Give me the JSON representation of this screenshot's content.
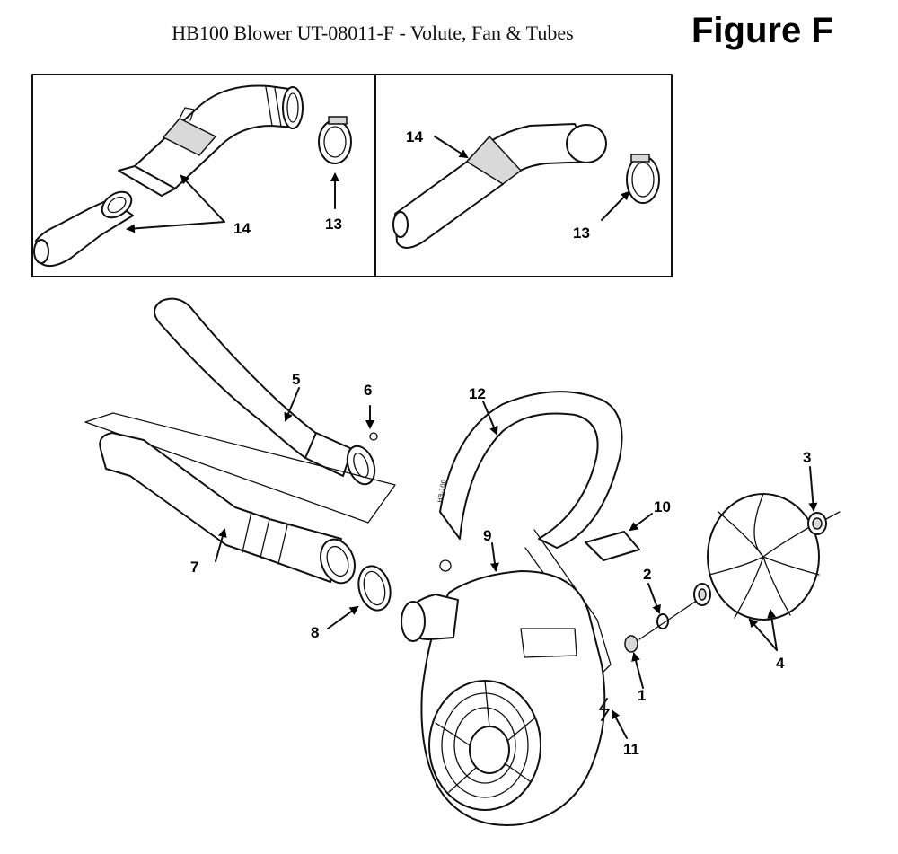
{
  "header": {
    "title": "HB100 Blower UT-08011-F - Volute, Fan & Tubes",
    "figure_label": "Figure F"
  },
  "callouts": {
    "top_left_tubes": "14",
    "top_left_clamp": "13",
    "top_right_tube": "14",
    "top_right_clamp": "13",
    "part_1": "1",
    "part_2": "2",
    "part_3": "3",
    "part_4": "4",
    "part_5": "5",
    "part_6": "6",
    "part_7": "7",
    "part_8": "8",
    "part_9": "9",
    "part_10": "10",
    "part_11": "11",
    "part_12": "12"
  }
}
